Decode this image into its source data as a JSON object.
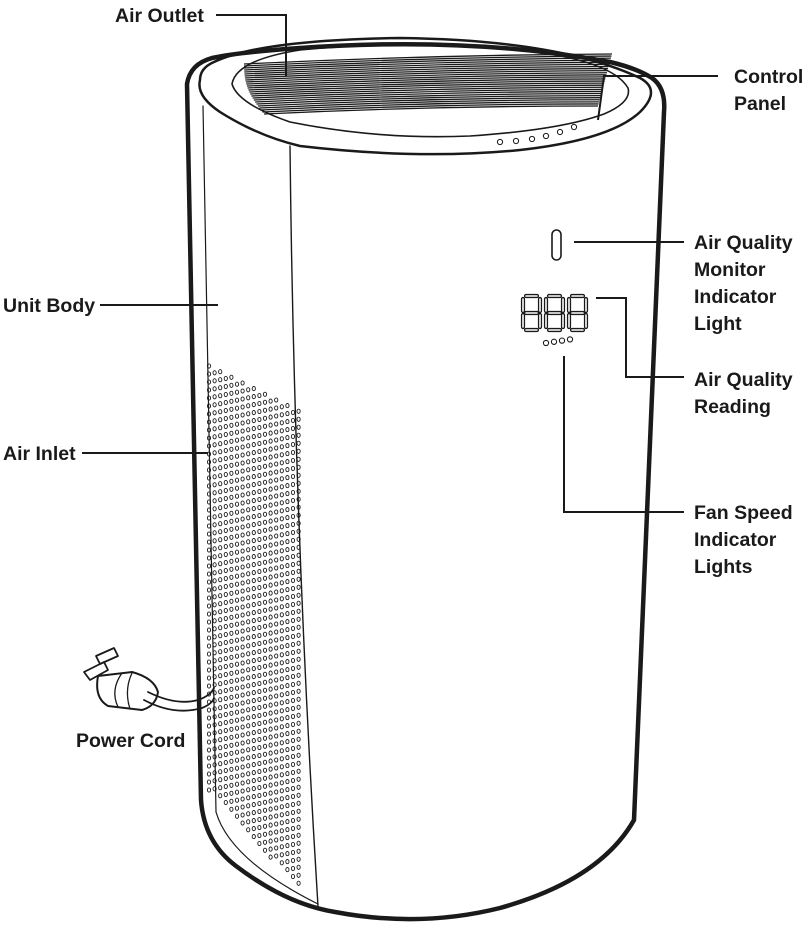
{
  "labels": {
    "air_outlet": [
      "Air Outlet"
    ],
    "control_panel": [
      "Control",
      "Panel"
    ],
    "unit_body": [
      "Unit Body"
    ],
    "air_quality_monitor_light": [
      "Air Quality",
      "Monitor",
      "Indicator",
      "Light"
    ],
    "air_quality_reading": [
      "Air Quality",
      "Reading"
    ],
    "air_inlet": [
      "Air Inlet"
    ],
    "fan_speed_lights": [
      "Fan Speed",
      "Indicator",
      "Lights"
    ],
    "power_cord": [
      "Power Cord"
    ]
  },
  "display": {
    "reading": "888"
  },
  "colors": {
    "line": "#1a1a1a",
    "background": "#ffffff",
    "light_gray": "#c8c8c8"
  }
}
